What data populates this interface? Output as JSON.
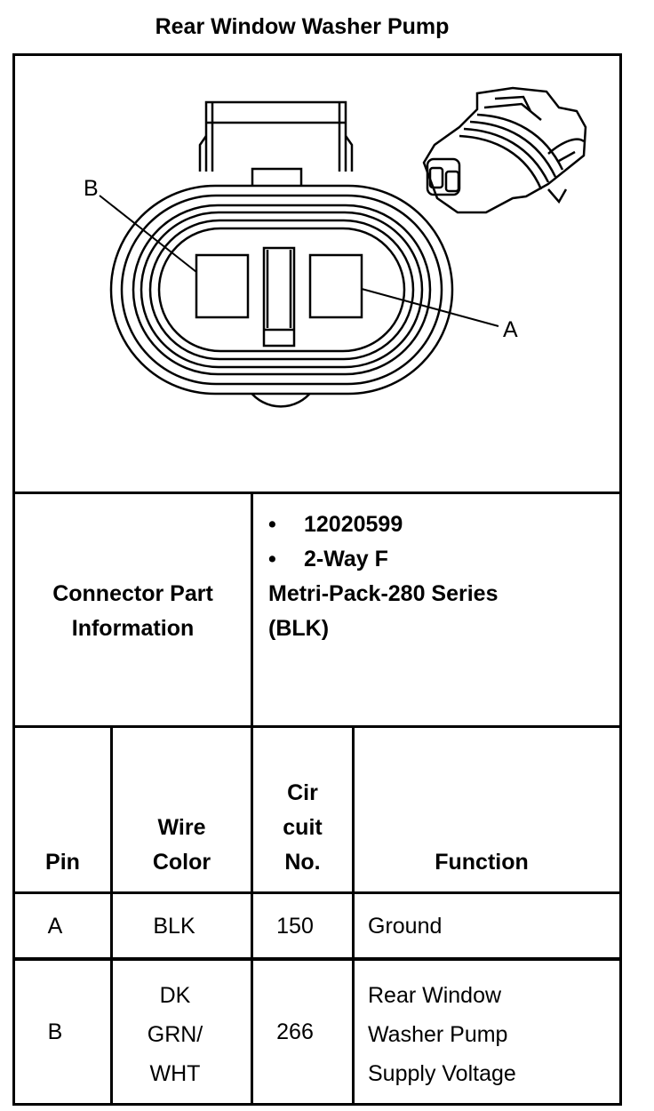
{
  "title": "Rear Window Washer Pump",
  "diagram": {
    "label_a": "A",
    "label_b": "B"
  },
  "connector": {
    "section_label_line1": "Connector Part",
    "section_label_line2": "Information",
    "bullets": [
      "12020599",
      "2-Way F"
    ],
    "series_line1": "Metri-Pack-280 Series",
    "series_line2": "(BLK)",
    "bullet_glyph": "•"
  },
  "table": {
    "headers": {
      "pin": "Pin",
      "wire_color_line1": "Wire",
      "wire_color_line2": "Color",
      "circuit_line1": "Cir",
      "circuit_line2": "cuit",
      "circuit_line3": "No.",
      "function": "Function"
    },
    "rows": [
      {
        "pin": "A",
        "wire_color": [
          "BLK"
        ],
        "circuit": "150",
        "function": [
          "Ground"
        ]
      },
      {
        "pin": "B",
        "wire_color": [
          "DK",
          "GRN/",
          "WHT"
        ],
        "circuit": "266",
        "function": [
          "Rear Window",
          "Washer Pump",
          "Supply Voltage"
        ]
      }
    ]
  }
}
